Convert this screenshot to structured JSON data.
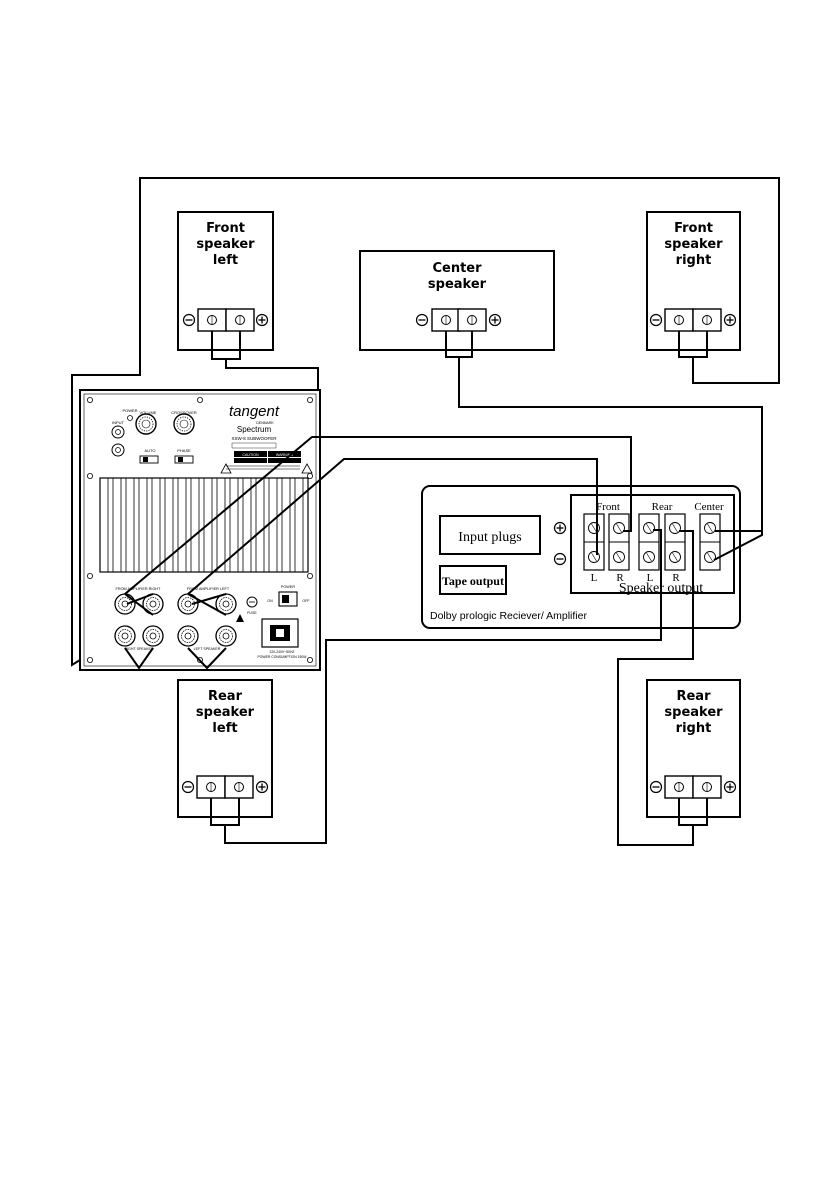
{
  "speakers": {
    "front_left": {
      "line1": "Front",
      "line2": "speaker",
      "line3": "left"
    },
    "center": {
      "line1": "Center",
      "line2": "speaker"
    },
    "front_right": {
      "line1": "Front",
      "line2": "speaker",
      "line3": "right"
    },
    "rear_left": {
      "line1": "Rear",
      "line2": "speaker",
      "line3": "left"
    },
    "rear_right": {
      "line1": "Rear",
      "line2": "speaker",
      "line3": "right"
    }
  },
  "subwoofer": {
    "brand": "tangent",
    "brand_sub": "DENMARK",
    "model": "Spectrum",
    "model_sub": "XSW-8 SUBWOOFER",
    "power_label": "POWER",
    "volume_label": "VOLUME",
    "crossover_label": "CROSSOVER",
    "input_label": "INPUT",
    "auto_label": "AUTO",
    "phase_label": "PHASE",
    "caution_label": "CAUTION",
    "warning_label": "WARNING",
    "from_amp_right": "FROM AMPLIFIER RIGHT",
    "from_amp_left": "FROM AMPLIFIER LEFT",
    "to_right": "RIGHT SPEAKER",
    "to_left": "LEFT SPEAKER",
    "power_switch": "POWER",
    "on_label": "ON",
    "off_label": "OFF",
    "fuse_label": "FUSE",
    "voltage_label": "220-240V~50HZ",
    "consumption_label": "POWER CONSUMPTION 150W"
  },
  "receiver": {
    "input_plugs": "Input plugs",
    "tape_output": "Tape output",
    "plus": "+",
    "minus": "-",
    "front": "Front",
    "rear": "Rear",
    "center": "Center",
    "L": "L",
    "R": "R",
    "speaker_output": "Speaker output",
    "caption": "Dolby prologic Reciever/ Amplifier"
  }
}
